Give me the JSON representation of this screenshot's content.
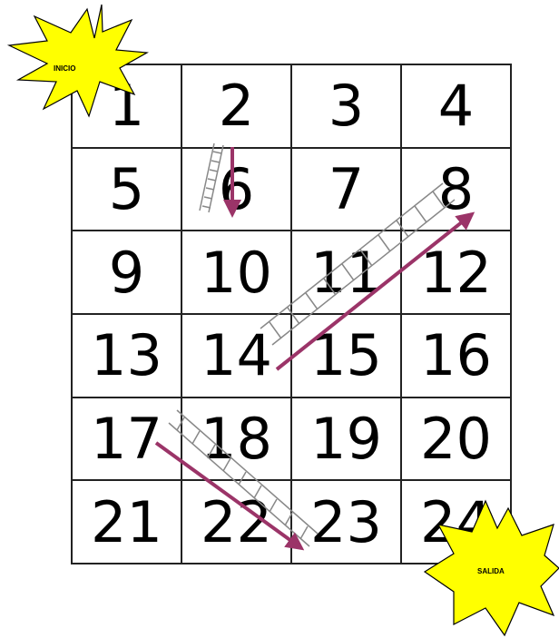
{
  "start_label": "INICIO",
  "end_label": "SALIDA",
  "cells": [
    "1",
    "2",
    "3",
    "4",
    "5",
    "6",
    "7",
    "8",
    "9",
    "10",
    "11",
    "12",
    "13",
    "14",
    "15",
    "16",
    "17",
    "18",
    "19",
    "20",
    "21",
    "22",
    "23",
    "24"
  ],
  "ladders": [
    {
      "from": "2",
      "to": "6"
    },
    {
      "from": "14",
      "to": "8"
    },
    {
      "from": "17",
      "to": "23"
    }
  ],
  "colors": {
    "arrow": "#9b3468",
    "burst": "#ffff00",
    "grid": "#222222"
  }
}
